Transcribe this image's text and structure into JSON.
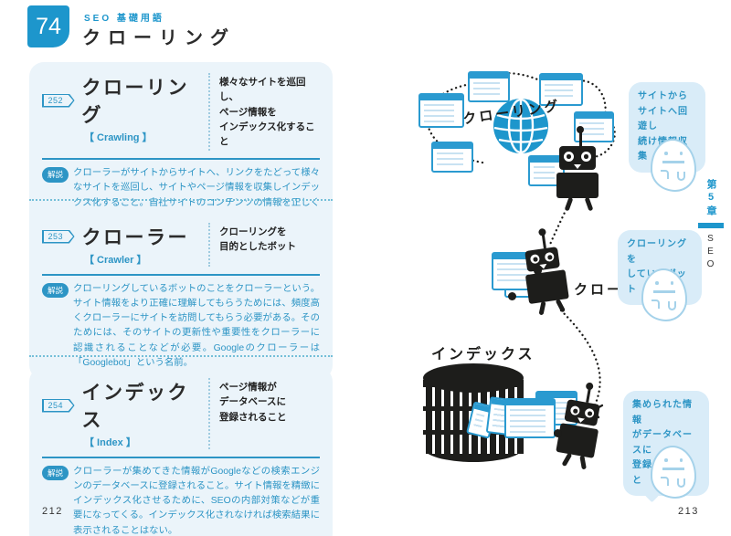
{
  "page": {
    "left_page_number": "212",
    "right_page_number": "213"
  },
  "header": {
    "number": "74",
    "category": "SEO 基礎用語",
    "title": "クローリング"
  },
  "entries": [
    {
      "id": "252",
      "term": "クローリング",
      "reading": "【 Crawling 】",
      "summary": "様々なサイトを巡回し、\nページ情報を\nインデックス化すること",
      "label": "解説",
      "description": "クローラーがサイトからサイトへ、リンクをたどって様々なサイトを巡回し、サイトやページ情報を収集しインデックス化すること。自社サイトのコンテンツの情報を正しくクローラーに伝え、適切にインデックス化されるようにすることは、重要なSEO施策の1つ。クローリングされなければ検索結果に表示されることはない。"
    },
    {
      "id": "253",
      "term": "クローラー",
      "reading": "【 Crawler 】",
      "summary": "クローリングを\n目的としたボット",
      "label": "解説",
      "description": "クローリングしているボットのことをクローラーという。サイト情報をより正確に理解してもらうためには、頻度高くクローラーにサイトを訪問してもらう必要がある。そのためには、そのサイトの更新性や重要性をクローラーに認識されることなどが必要。Googleのクローラーは「Googlebot」という名前。"
    },
    {
      "id": "254",
      "term": "インデックス",
      "reading": "【 Index 】",
      "summary": "ページ情報が\nデータベースに\n登録されること",
      "label": "解説",
      "description": "クローラーが集めてきた情報がGoogleなどの検索エンジンのデータベースに登録されること。サイト情報を精緻にインデックス化させるために、SEOの内部対策などが重要になってくる。インデックス化されなければ検索結果に表示されることはない。"
    }
  ],
  "illustration": {
    "crawling_label": "クローリング",
    "crawler_label": "クローラー",
    "index_label": "インデックス",
    "bubble_top": "サイトから\nサイトへ回遊し\n続け情報収集",
    "bubble_middle": "クローリングを\nしているボット",
    "bubble_bottom": "集められた情報\nがデータベースに\n登録されること"
  },
  "chapter_tab": {
    "chapter": "第5章",
    "section": "SEO"
  },
  "colors": {
    "primary_blue": "#1d96cc",
    "text_blue": "#2d95c5",
    "card_bg": "#ebf4fa",
    "bubble_bg": "#d9ecf8",
    "ghost_outline": "#a5d2ea",
    "ink_black": "#1d1d1b"
  }
}
